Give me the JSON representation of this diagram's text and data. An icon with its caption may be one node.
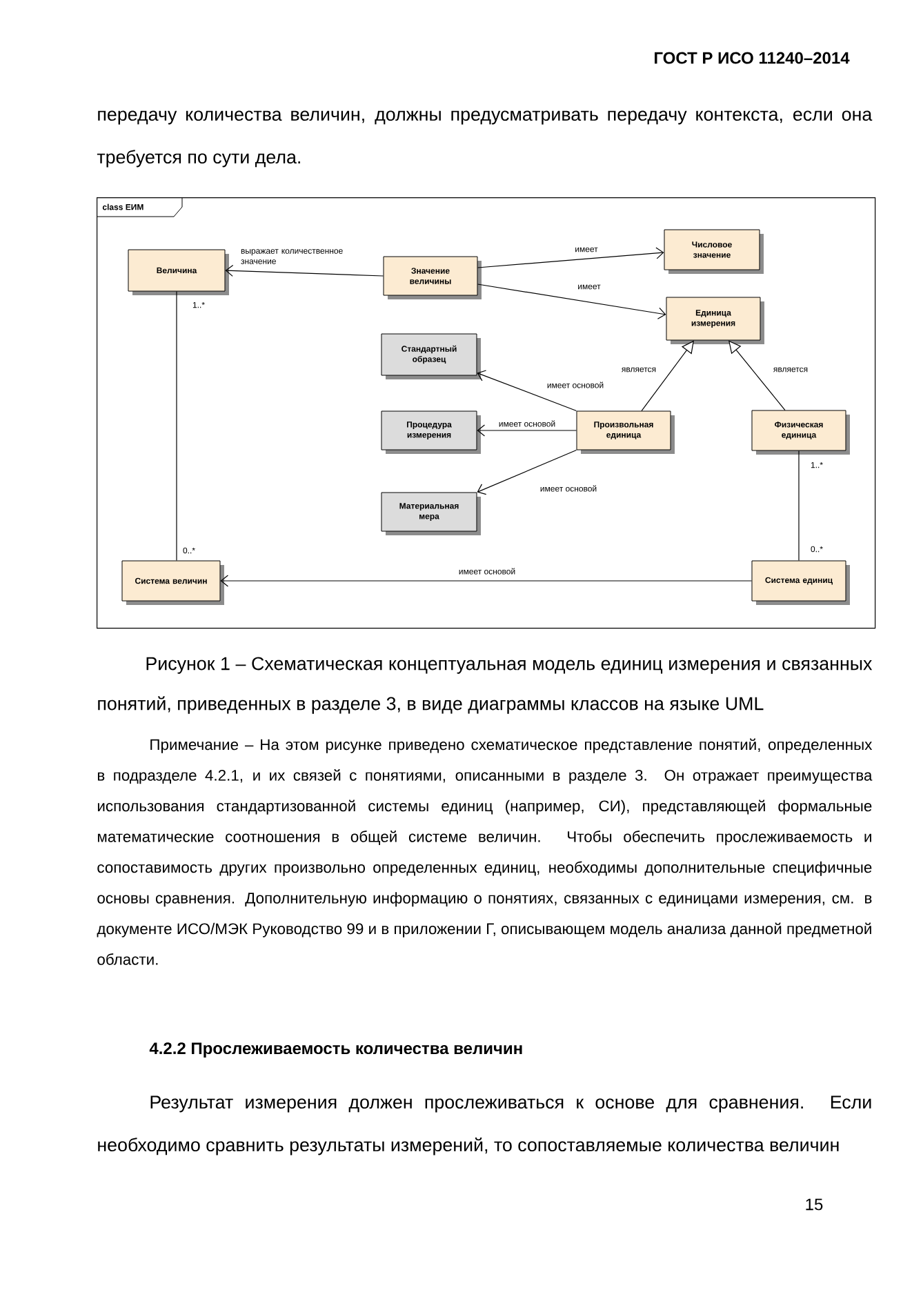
{
  "diagram": {
    "caption": "Рисунок 1 – Схематическая концептуальная модель единиц измерения и связанных понятий, приведенных в разделе 3, в виде диаграммы классов на языке UML",
    "nodes": [
      {
        "text": [
          "class ЕИМ"
        ]
      },
      {
        "text": [
          "Величина"
        ],
        "in": 0
      },
      {
        "text": [
          "Значение величины"
        ],
        "in": 0
      },
      {
        "text": [
          "Числовое значение"
        ],
        "in": 0
      },
      {
        "text": [
          "Единица измерения"
        ],
        "in": 0
      },
      {
        "text": [
          "Стандартный образец"
        ],
        "in": 0
      },
      {
        "text": [
          "Процедура измерения"
        ],
        "in": 0
      },
      {
        "text": [
          "Произвольная единица"
        ],
        "in": 0
      },
      {
        "text": [
          "Физическая единица"
        ],
        "in": 0
      },
      {
        "text": [
          "Материальная мера"
        ],
        "in": 0
      },
      {
        "text": [
          "Система величин"
        ],
        "in": 0
      },
      {
        "text": [
          "Система единиц"
        ],
        "in": 0
      }
    ],
    "edges": [
      {
        "from": 2,
        "to": 1,
        "arrow": "to",
        "label": "выражает количественное значение"
      },
      {
        "from": 2,
        "to": 3,
        "arrow": "to",
        "label": "имеет"
      },
      {
        "from": 2,
        "to": 4,
        "arrow": "to",
        "label": "имеет"
      },
      {
        "from": 7,
        "to": 4,
        "arrow": "to",
        "label": "является"
      },
      {
        "from": 8,
        "to": 4,
        "arrow": "to",
        "label": "является"
      },
      {
        "from": 7,
        "to": 5,
        "arrow": "to",
        "label": "имеет основой"
      },
      {
        "from": 7,
        "to": 6,
        "arrow": "to",
        "label": "имеет основой"
      },
      {
        "from": 7,
        "to": 9,
        "arrow": "to",
        "label": "имеет основой"
      },
      {
        "from": 11,
        "to": 10,
        "arrow": "to",
        "label": "имеет основой"
      },
      {
        "from": 1,
        "to": 10,
        "arrow": "none"
      },
      {
        "from": 8,
        "to": 11,
        "arrow": "none"
      }
    ],
    "labels": [
      "ГОСТ Р ИСО 11240–2014",
      "передачу количества величин, должны предусматривать передачу контекста, если она требуется по сути дела.",
      "1..*",
      "0..*",
      "1..*",
      "0..*",
      "Примечание – На этом рисунке приведено схематическое представление понятий, определенных в подразделе 4.2.1, и их связей с понятиями, описанными в разделе 3. Он отражает преимущества использования стандартизованной системы единиц (например, СИ), представляющей формальные математические соотношения в общей системе величин. Чтобы обеспечить прослеживаемость и сопоставимость других произвольно определенных единиц, необходимы дополнительные специфичные основы сравнения. Дополнительную информацию о понятиях, связанных с единицами измерения, см. в документе ИСО/МЭК Руководство 99 и в приложении Г, описывающем модель анализа данной предметной области.",
      "4.2.2 Прослеживаемость количества величин",
      "Результат измерения должен прослеживаться к основе для сравнения. Если необходимо сравнить результаты измерений, то сопоставляемые количества величин",
      "15"
    ]
  }
}
